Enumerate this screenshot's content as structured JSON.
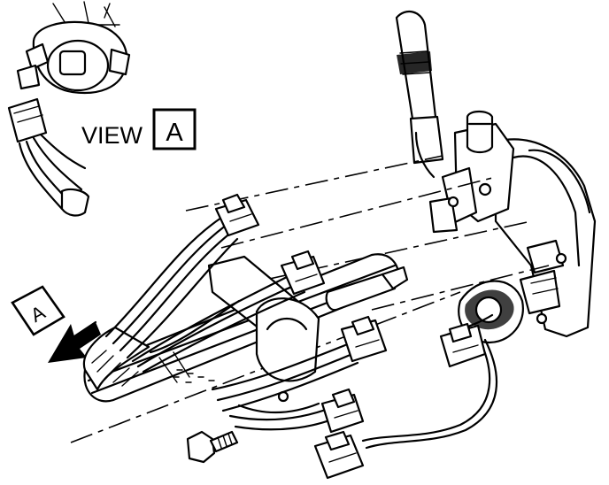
{
  "callouts": {
    "view_word": "VIEW",
    "view_letter": "A",
    "arrow_letter": "A"
  },
  "colors": {
    "ink": "#000000",
    "paper": "#ffffff"
  }
}
